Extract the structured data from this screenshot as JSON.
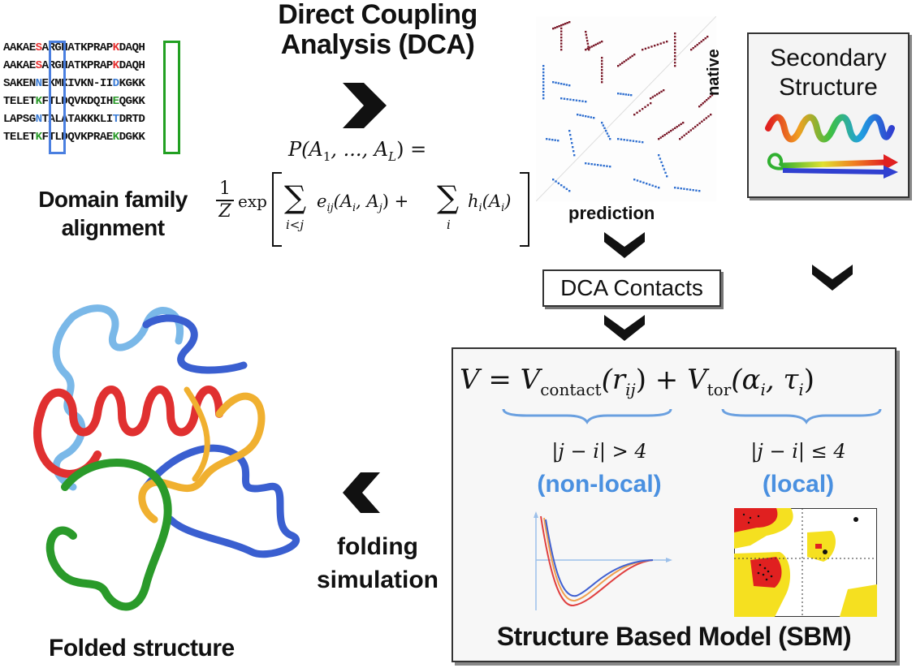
{
  "alignment": {
    "rows": [
      "AAKAESARGHATKPRAPKDAQH",
      "AAKAESARGHATKPRAPKDAQH",
      "SAKENNEKMKIVKN-IIDKGKK",
      "TELETKFTLDQVKDQIHEQGKK",
      "LAPSGNTALATAKKKLITDRTD",
      "TELETKFTLDQVKPRAEKDGKK"
    ],
    "col1_colors": [
      "#e63030",
      "#e63030",
      "#3a7bd5",
      "#2a9a2a",
      "#3a7bd5",
      "#2a9a2a"
    ],
    "col2_colors": [
      "#e63030",
      "#e63030",
      "#3a7bd5",
      "#2a9a2a",
      "#3a7bd5",
      "#2a9a2a"
    ],
    "box1_color": "#4a7fe0",
    "box2_color": "#22a022",
    "label_line1": "Domain family",
    "label_line2": "alignment"
  },
  "dca": {
    "title_line1": "Direct Coupling",
    "title_line2": "Analysis (DCA)",
    "prob_lhs": "P(A",
    "prob_sub1": "1",
    "prob_mid": ", ..., A",
    "prob_subL": "L",
    "prob_end": ") =",
    "frac_num": "1",
    "frac_den": "Z",
    "exp": "exp",
    "sum1_sub": "i<j",
    "term1": "e",
    "term1_sub": "ij",
    "term1_args": "(A",
    "term1_argi": "i",
    "term1_mid": ", A",
    "term1_argj": "j",
    "term1_close": ") +",
    "sum2_sub": "i",
    "term2": "h",
    "term2_sub": "i",
    "term2_args": "(A",
    "term2_argi": "i",
    "term2_close": ")"
  },
  "contact_map": {
    "native_label": "native",
    "prediction_label": "prediction",
    "native_color": "#7a1a2a",
    "prediction_color": "#2f6fd0"
  },
  "secondary": {
    "line1": "Secondary",
    "line2": "Structure"
  },
  "dca_contacts_label": "DCA Contacts",
  "sbm": {
    "V": "V",
    "eq": " = ",
    "Vc": "V",
    "Vc_sub": "contact",
    "Vc_arg": "(r",
    "Vc_arg_sub": "ij",
    "Vc_close": ")",
    "plus": " + ",
    "Vt": "V",
    "Vt_sub": "tor",
    "Vt_arg": "(α",
    "Vt_arg_sub": "i",
    "Vt_mid": ", τ",
    "Vt_mid_sub": "i",
    "Vt_close": ")",
    "cond_nonlocal": "|j − i| > 4",
    "cond_local": "|j − i| ≤ 4",
    "nonlocal_label": "(non-local)",
    "local_label": "(local)",
    "title": "Structure Based Model (SBM)",
    "accent": "#4a90e0"
  },
  "folding": {
    "line1": "folding",
    "line2": "simulation"
  },
  "folded_label": "Folded structure"
}
